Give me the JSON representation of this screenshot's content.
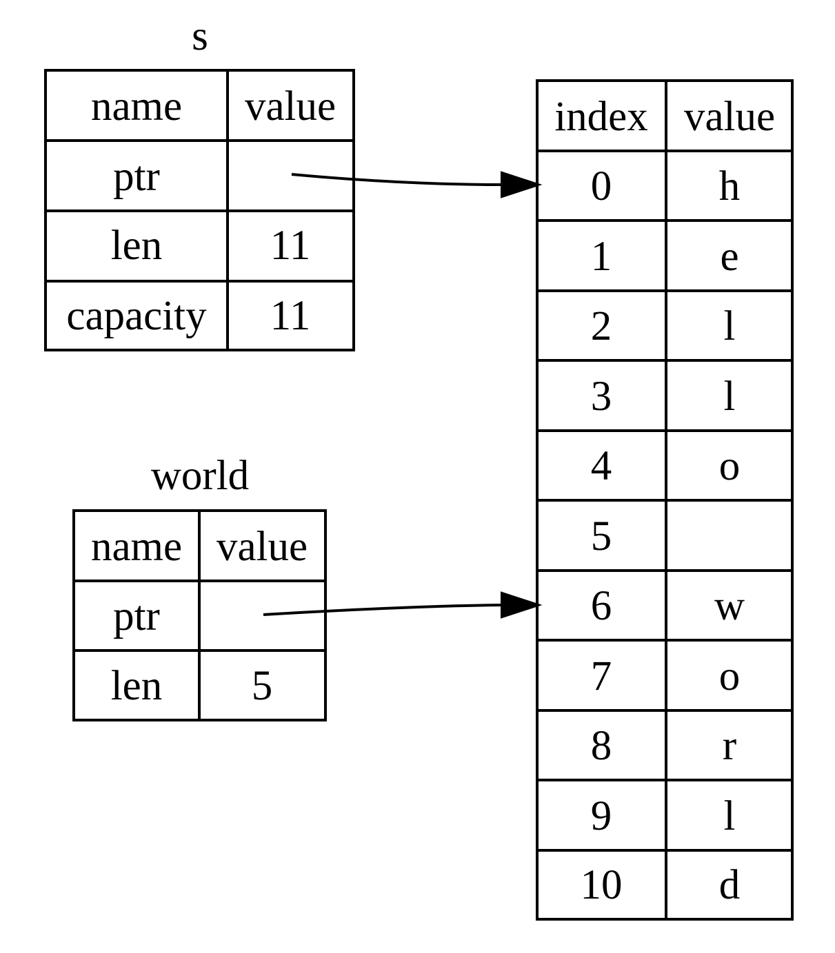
{
  "tables": {
    "s": {
      "label": "s",
      "header": {
        "name": "name",
        "value": "value"
      },
      "rows": [
        {
          "name": "ptr",
          "value": ""
        },
        {
          "name": "len",
          "value": "11"
        },
        {
          "name": "capacity",
          "value": "11"
        }
      ]
    },
    "world": {
      "label": "world",
      "header": {
        "name": "name",
        "value": "value"
      },
      "rows": [
        {
          "name": "ptr",
          "value": ""
        },
        {
          "name": "len",
          "value": "5"
        }
      ]
    },
    "heap": {
      "header": {
        "index": "index",
        "value": "value"
      },
      "rows": [
        {
          "index": "0",
          "value": "h"
        },
        {
          "index": "1",
          "value": "e"
        },
        {
          "index": "2",
          "value": "l"
        },
        {
          "index": "3",
          "value": "l"
        },
        {
          "index": "4",
          "value": "o"
        },
        {
          "index": "5",
          "value": ""
        },
        {
          "index": "6",
          "value": "w"
        },
        {
          "index": "7",
          "value": "o"
        },
        {
          "index": "8",
          "value": "r"
        },
        {
          "index": "9",
          "value": "l"
        },
        {
          "index": "10",
          "value": "d"
        }
      ]
    }
  },
  "arrows": [
    {
      "from": "s.ptr",
      "to": "heap.0"
    },
    {
      "from": "world.ptr",
      "to": "heap.6"
    }
  ]
}
